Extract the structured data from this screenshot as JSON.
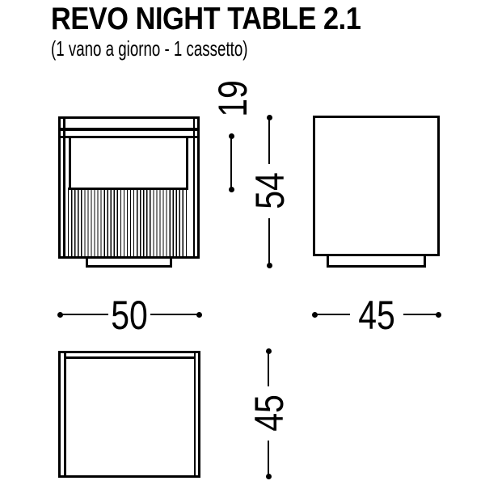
{
  "canvas": {
    "background": "#ffffff",
    "ink_color": "#000000"
  },
  "header": {
    "title": "REVO NIGHT TABLE 2.1",
    "subtitle": "(1 vano a giorno - 1 cassetto)"
  },
  "views": {
    "front": "front elevation with open compartment and ribbed drawer on plinth",
    "side": "side elevation on plinth",
    "top": "top plan view"
  },
  "dims": {
    "open_compartment_height": "19",
    "overall_height": "54",
    "front_width": "50",
    "side_depth": "45",
    "top_depth": "45"
  }
}
